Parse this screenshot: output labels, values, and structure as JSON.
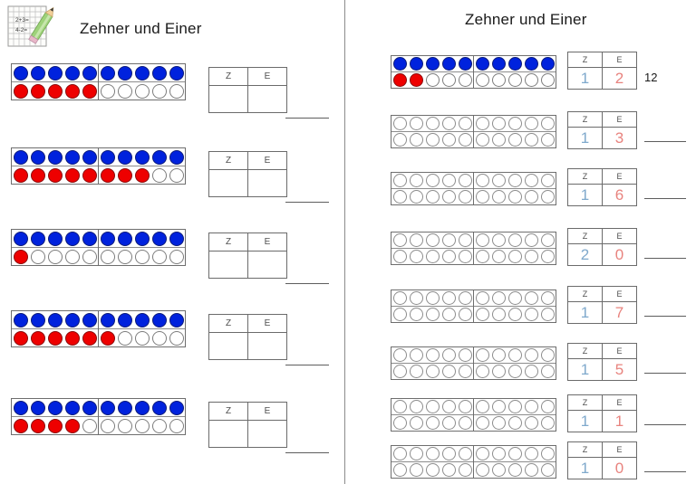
{
  "worksheet": {
    "left_panel": {
      "title": "Zehner und Einer",
      "icon": "grid-pencil-icon",
      "column_headers": {
        "zehner": "Z",
        "einer": "E"
      },
      "rows": [
        {
          "index": 1,
          "blue_dots": 10,
          "red_dots": 5,
          "empty_dots": 5,
          "value": 15,
          "zehner": "",
          "einer": "",
          "answer": ""
        },
        {
          "index": 2,
          "blue_dots": 10,
          "red_dots": 8,
          "empty_dots": 2,
          "value": 18,
          "zehner": "",
          "einer": "",
          "answer": ""
        },
        {
          "index": 3,
          "blue_dots": 10,
          "red_dots": 1,
          "empty_dots": 9,
          "value": 11,
          "zehner": "",
          "einer": "",
          "answer": ""
        },
        {
          "index": 4,
          "blue_dots": 10,
          "red_dots": 6,
          "empty_dots": 4,
          "value": 16,
          "zehner": "",
          "einer": "",
          "answer": ""
        },
        {
          "index": 5,
          "blue_dots": 10,
          "red_dots": 4,
          "empty_dots": 6,
          "value": 14,
          "zehner": "",
          "einer": "",
          "answer": ""
        }
      ]
    },
    "right_panel": {
      "title": "Zehner und Einer",
      "column_headers": {
        "zehner": "Z",
        "einer": "E"
      },
      "rows": [
        {
          "index": 1,
          "blue_dots": 10,
          "red_dots": 2,
          "empty_dots": 8,
          "zehner": "1",
          "einer": "2",
          "answer": "12"
        },
        {
          "index": 2,
          "blue_dots": 0,
          "red_dots": 0,
          "empty_dots": 20,
          "zehner": "1",
          "einer": "3",
          "answer": ""
        },
        {
          "index": 3,
          "blue_dots": 0,
          "red_dots": 0,
          "empty_dots": 20,
          "zehner": "1",
          "einer": "6",
          "answer": ""
        },
        {
          "index": 4,
          "blue_dots": 0,
          "red_dots": 0,
          "empty_dots": 20,
          "zehner": "2",
          "einer": "0",
          "answer": ""
        },
        {
          "index": 5,
          "blue_dots": 0,
          "red_dots": 0,
          "empty_dots": 20,
          "zehner": "1",
          "einer": "7",
          "answer": ""
        },
        {
          "index": 6,
          "blue_dots": 0,
          "red_dots": 0,
          "empty_dots": 20,
          "zehner": "1",
          "einer": "5",
          "answer": ""
        },
        {
          "index": 7,
          "blue_dots": 0,
          "red_dots": 0,
          "empty_dots": 20,
          "zehner": "1",
          "einer": "1",
          "answer": ""
        },
        {
          "index": 8,
          "blue_dots": 0,
          "red_dots": 0,
          "empty_dots": 20,
          "zehner": "1",
          "einer": "0",
          "answer": ""
        }
      ]
    },
    "colors": {
      "blue_dot": "#0022dd",
      "red_dot": "#ee0000",
      "empty_dot": "#ffffff",
      "frame_border": "#6e6e6e",
      "zehner_digit": "#7fa9cc",
      "einer_digit": "#e8837e",
      "divider": "#8b8b8b",
      "text": "#1a1a1a"
    }
  }
}
